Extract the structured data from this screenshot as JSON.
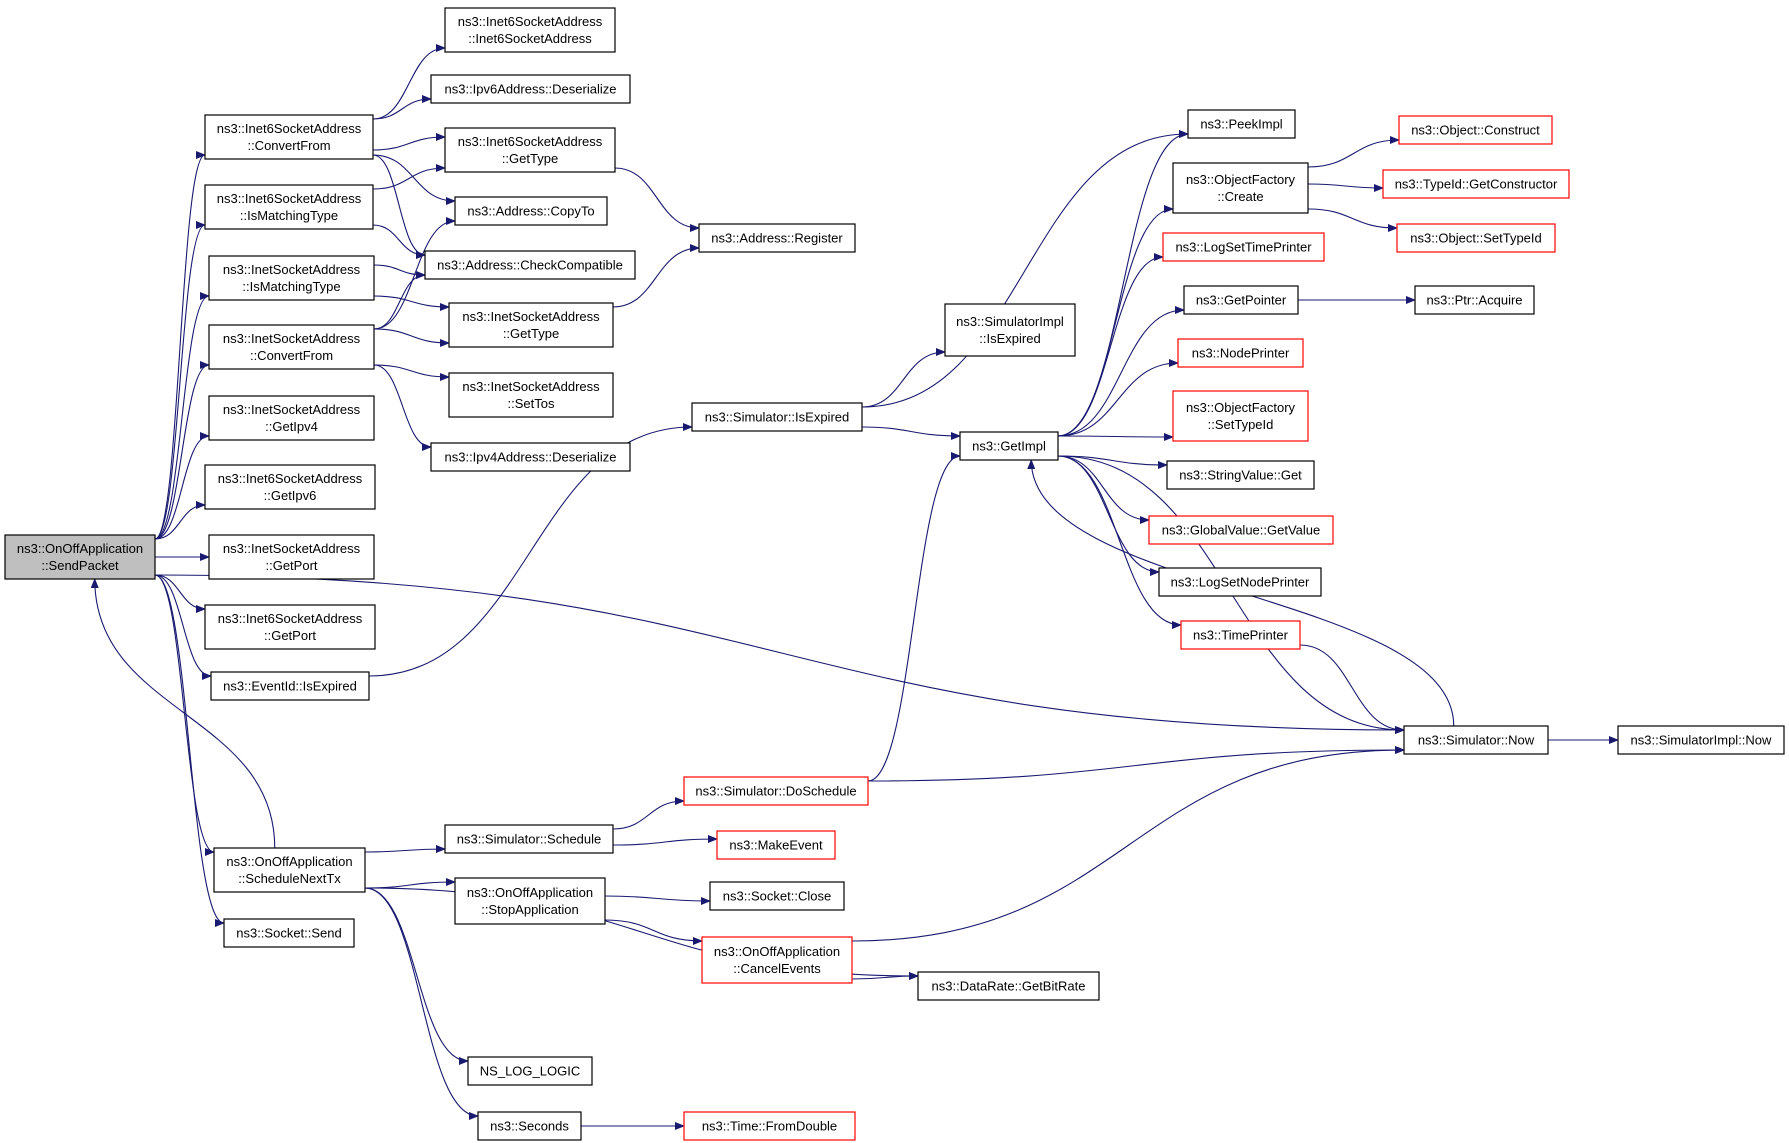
{
  "diagram": {
    "type": "call-graph",
    "colors": {
      "edge": "#191970",
      "incomplete_border": "#ff0000",
      "root_fill": "#bfbfbf"
    },
    "nodes": [
      {
        "id": "sendpacket",
        "lines": [
          "ns3::OnOffApplication",
          "::SendPacket"
        ],
        "style": "root"
      },
      {
        "id": "i6_convertfrom",
        "lines": [
          "ns3::Inet6SocketAddress",
          "::ConvertFrom"
        ]
      },
      {
        "id": "i6_ismatching",
        "lines": [
          "ns3::Inet6SocketAddress",
          "::IsMatchingType"
        ]
      },
      {
        "id": "i4_ismatching",
        "lines": [
          "ns3::InetSocketAddress",
          "::IsMatchingType"
        ]
      },
      {
        "id": "i4_convertfrom",
        "lines": [
          "ns3::InetSocketAddress",
          "::ConvertFrom"
        ]
      },
      {
        "id": "i4_getipv4",
        "lines": [
          "ns3::InetSocketAddress",
          "::GetIpv4"
        ]
      },
      {
        "id": "i6_getipv6",
        "lines": [
          "ns3::Inet6SocketAddress",
          "::GetIpv6"
        ]
      },
      {
        "id": "i4_getport",
        "lines": [
          "ns3::InetSocketAddress",
          "::GetPort"
        ]
      },
      {
        "id": "i6_getport",
        "lines": [
          "ns3::Inet6SocketAddress",
          "::GetPort"
        ]
      },
      {
        "id": "eventid_isexpired",
        "lines": [
          "ns3::EventId::IsExpired"
        ]
      },
      {
        "id": "schedulenexttx",
        "lines": [
          "ns3::OnOffApplication",
          "::ScheduleNextTx"
        ]
      },
      {
        "id": "socket_send",
        "lines": [
          "ns3::Socket::Send"
        ]
      },
      {
        "id": "i6_ctor",
        "lines": [
          "ns3::Inet6SocketAddress",
          "::Inet6SocketAddress"
        ]
      },
      {
        "id": "ipv6_deserialize",
        "lines": [
          "ns3::Ipv6Address::Deserialize"
        ]
      },
      {
        "id": "i6_gettype",
        "lines": [
          "ns3::Inet6SocketAddress",
          "::GetType"
        ]
      },
      {
        "id": "addr_copyto",
        "lines": [
          "ns3::Address::CopyTo"
        ]
      },
      {
        "id": "addr_checkcompat",
        "lines": [
          "ns3::Address::CheckCompatible"
        ]
      },
      {
        "id": "i4_gettype",
        "lines": [
          "ns3::InetSocketAddress",
          "::GetType"
        ]
      },
      {
        "id": "i4_settos",
        "lines": [
          "ns3::InetSocketAddress",
          "::SetTos"
        ]
      },
      {
        "id": "ipv4_deserialize",
        "lines": [
          "ns3::Ipv4Address::Deserialize"
        ]
      },
      {
        "id": "addr_register",
        "lines": [
          "ns3::Address::Register"
        ]
      },
      {
        "id": "sim_isexpired",
        "lines": [
          "ns3::Simulator::IsExpired"
        ]
      },
      {
        "id": "simimpl_isexpired",
        "lines": [
          "ns3::SimulatorImpl",
          "::IsExpired"
        ]
      },
      {
        "id": "getimpl",
        "lines": [
          "ns3::GetImpl"
        ]
      },
      {
        "id": "peekimpl",
        "lines": [
          "ns3::PeekImpl"
        ]
      },
      {
        "id": "objfactory_create",
        "lines": [
          "ns3::ObjectFactory",
          "::Create"
        ]
      },
      {
        "id": "logsettimeprinter",
        "lines": [
          "ns3::LogSetTimePrinter"
        ],
        "style": "incomplete"
      },
      {
        "id": "getpointer",
        "lines": [
          "ns3::GetPointer"
        ]
      },
      {
        "id": "nodeprinter",
        "lines": [
          "ns3::NodePrinter"
        ],
        "style": "incomplete"
      },
      {
        "id": "objfactory_settypeid",
        "lines": [
          "ns3::ObjectFactory",
          "::SetTypeId"
        ],
        "style": "incomplete"
      },
      {
        "id": "stringvalue_get",
        "lines": [
          "ns3::StringValue::Get"
        ]
      },
      {
        "id": "globalvalue_getvalue",
        "lines": [
          "ns3::GlobalValue::GetValue"
        ],
        "style": "incomplete"
      },
      {
        "id": "logsetnodeprinter",
        "lines": [
          "ns3::LogSetNodePrinter"
        ]
      },
      {
        "id": "timeprinter",
        "lines": [
          "ns3::TimePrinter"
        ],
        "style": "incomplete"
      },
      {
        "id": "object_construct",
        "lines": [
          "ns3::Object::Construct"
        ],
        "style": "incomplete"
      },
      {
        "id": "typeid_getconstructor",
        "lines": [
          "ns3::TypeId::GetConstructor"
        ],
        "style": "incomplete"
      },
      {
        "id": "object_settypeid",
        "lines": [
          "ns3::Object::SetTypeId"
        ],
        "style": "incomplete"
      },
      {
        "id": "ptr_acquire",
        "lines": [
          "ns3::Ptr::Acquire"
        ]
      },
      {
        "id": "sim_now",
        "lines": [
          "ns3::Simulator::Now"
        ]
      },
      {
        "id": "simimpl_now",
        "lines": [
          "ns3::SimulatorImpl::Now"
        ]
      },
      {
        "id": "sim_doschedule",
        "lines": [
          "ns3::Simulator::DoSchedule"
        ],
        "style": "incomplete"
      },
      {
        "id": "sim_schedule",
        "lines": [
          "ns3::Simulator::Schedule"
        ]
      },
      {
        "id": "makeevent",
        "lines": [
          "ns3::MakeEvent"
        ],
        "style": "incomplete"
      },
      {
        "id": "stopapplication",
        "lines": [
          "ns3::OnOffApplication",
          "::StopApplication"
        ]
      },
      {
        "id": "socket_close",
        "lines": [
          "ns3::Socket::Close"
        ]
      },
      {
        "id": "cancelevents",
        "lines": [
          "ns3::OnOffApplication",
          "::CancelEvents"
        ],
        "style": "incomplete"
      },
      {
        "id": "datarate_getbitrate",
        "lines": [
          "ns3::DataRate::GetBitRate"
        ]
      },
      {
        "id": "ns_log_logic",
        "lines": [
          "NS_LOG_LOGIC"
        ]
      },
      {
        "id": "seconds",
        "lines": [
          "ns3::Seconds"
        ]
      },
      {
        "id": "time_fromdouble",
        "lines": [
          "ns3::Time::FromDouble"
        ],
        "style": "incomplete"
      }
    ],
    "edges": [
      [
        "sendpacket",
        "i6_convertfrom"
      ],
      [
        "sendpacket",
        "i6_ismatching"
      ],
      [
        "sendpacket",
        "i4_ismatching"
      ],
      [
        "sendpacket",
        "i4_convertfrom"
      ],
      [
        "sendpacket",
        "i4_getipv4"
      ],
      [
        "sendpacket",
        "i6_getipv6"
      ],
      [
        "sendpacket",
        "i4_getport"
      ],
      [
        "sendpacket",
        "i6_getport"
      ],
      [
        "sendpacket",
        "eventid_isexpired"
      ],
      [
        "sendpacket",
        "schedulenexttx"
      ],
      [
        "sendpacket",
        "socket_send"
      ],
      [
        "sendpacket",
        "sim_now"
      ],
      [
        "schedulenexttx",
        "sendpacket"
      ],
      [
        "i6_convertfrom",
        "i6_ctor"
      ],
      [
        "i6_convertfrom",
        "ipv6_deserialize"
      ],
      [
        "i6_convertfrom",
        "i6_gettype"
      ],
      [
        "i6_convertfrom",
        "addr_copyto"
      ],
      [
        "i6_convertfrom",
        "addr_checkcompat"
      ],
      [
        "i6_ismatching",
        "i6_gettype"
      ],
      [
        "i6_ismatching",
        "addr_checkcompat"
      ],
      [
        "i4_ismatching",
        "addr_checkcompat"
      ],
      [
        "i4_ismatching",
        "i4_gettype"
      ],
      [
        "i4_convertfrom",
        "addr_copyto"
      ],
      [
        "i4_convertfrom",
        "addr_checkcompat"
      ],
      [
        "i4_convertfrom",
        "i4_gettype"
      ],
      [
        "i4_convertfrom",
        "i4_settos"
      ],
      [
        "i4_convertfrom",
        "ipv4_deserialize"
      ],
      [
        "i6_gettype",
        "addr_register"
      ],
      [
        "i4_gettype",
        "addr_register"
      ],
      [
        "eventid_isexpired",
        "sim_isexpired"
      ],
      [
        "sim_isexpired",
        "simimpl_isexpired"
      ],
      [
        "sim_isexpired",
        "getimpl"
      ],
      [
        "sim_isexpired",
        "peekimpl"
      ],
      [
        "getimpl",
        "peekimpl"
      ],
      [
        "getimpl",
        "objfactory_create"
      ],
      [
        "getimpl",
        "logsettimeprinter"
      ],
      [
        "getimpl",
        "getpointer"
      ],
      [
        "getimpl",
        "nodeprinter"
      ],
      [
        "getimpl",
        "objfactory_settypeid"
      ],
      [
        "getimpl",
        "stringvalue_get"
      ],
      [
        "getimpl",
        "globalvalue_getvalue"
      ],
      [
        "getimpl",
        "logsetnodeprinter"
      ],
      [
        "getimpl",
        "timeprinter"
      ],
      [
        "getimpl",
        "sim_now"
      ],
      [
        "objfactory_create",
        "object_construct"
      ],
      [
        "objfactory_create",
        "typeid_getconstructor"
      ],
      [
        "objfactory_create",
        "object_settypeid"
      ],
      [
        "getpointer",
        "ptr_acquire"
      ],
      [
        "timeprinter",
        "sim_now"
      ],
      [
        "sim_now",
        "getimpl"
      ],
      [
        "sim_now",
        "simimpl_now"
      ],
      [
        "sim_doschedule",
        "getimpl"
      ],
      [
        "sim_doschedule",
        "sim_now"
      ],
      [
        "schedulenexttx",
        "sim_schedule"
      ],
      [
        "schedulenexttx",
        "stopapplication"
      ],
      [
        "schedulenexttx",
        "datarate_getbitrate"
      ],
      [
        "schedulenexttx",
        "ns_log_logic"
      ],
      [
        "schedulenexttx",
        "seconds"
      ],
      [
        "sim_schedule",
        "sim_doschedule"
      ],
      [
        "sim_schedule",
        "makeevent"
      ],
      [
        "stopapplication",
        "socket_close"
      ],
      [
        "stopapplication",
        "cancelevents"
      ],
      [
        "cancelevents",
        "sim_now"
      ],
      [
        "cancelevents",
        "datarate_getbitrate"
      ],
      [
        "seconds",
        "time_fromdouble"
      ]
    ]
  }
}
